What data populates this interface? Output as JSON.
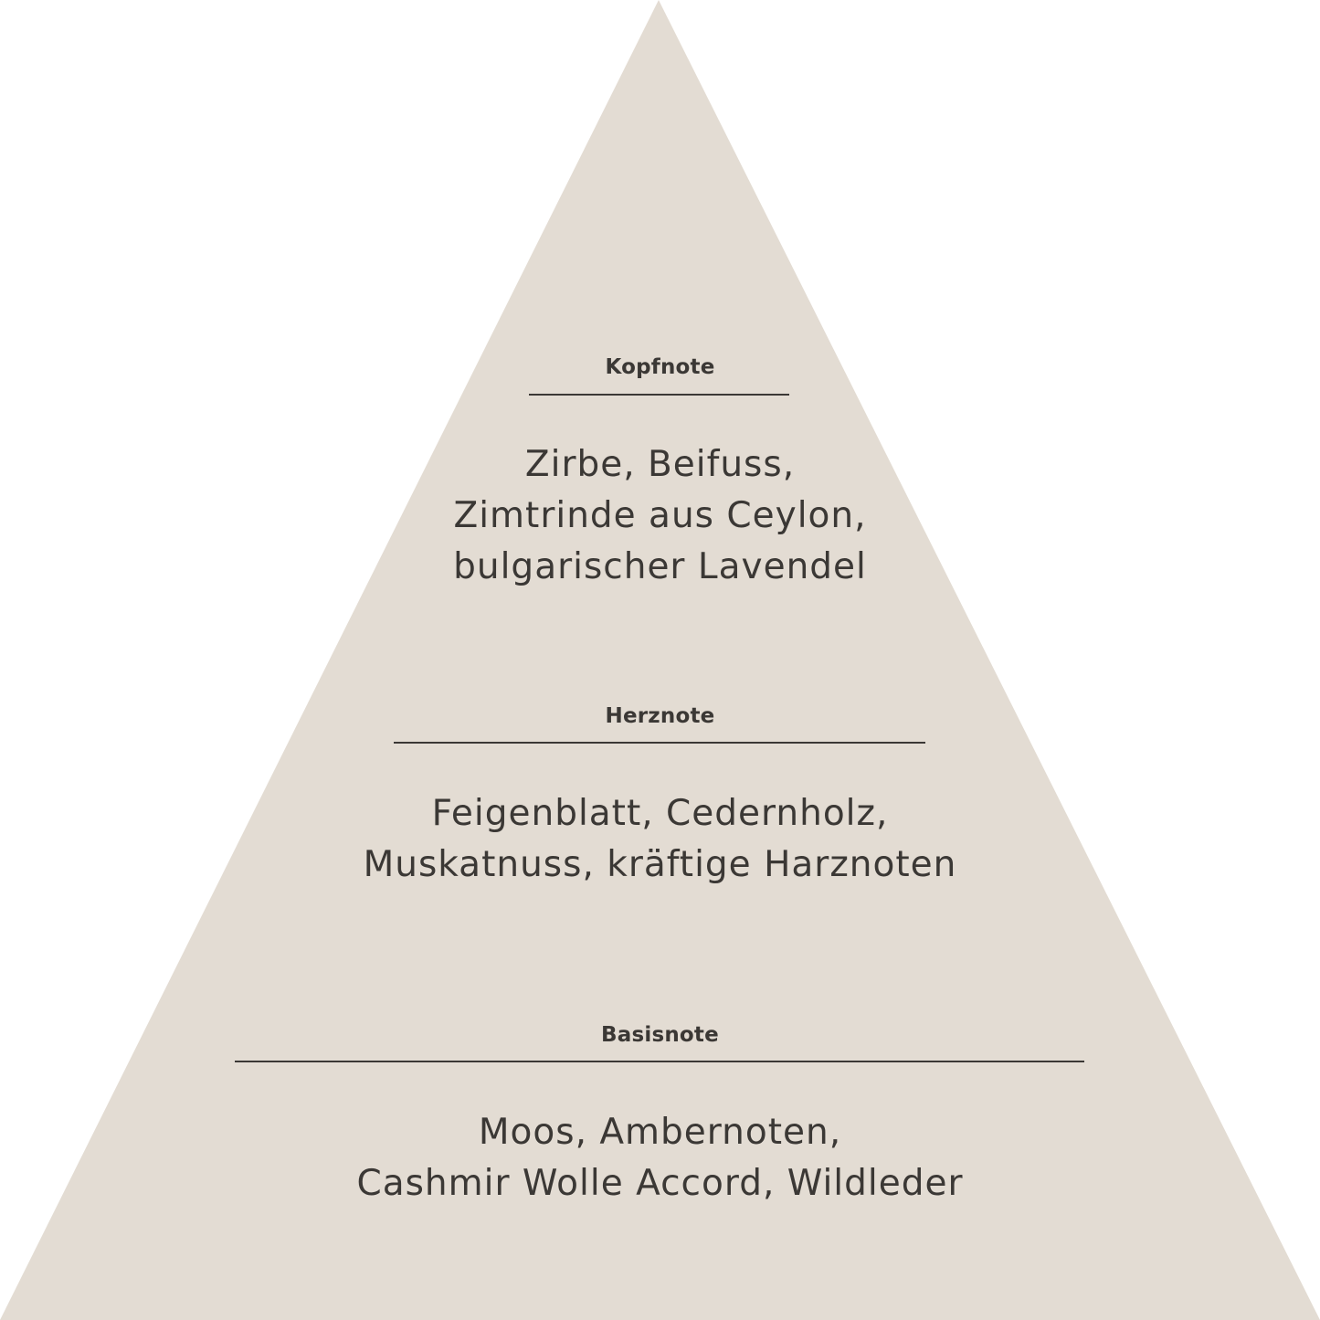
{
  "colors": {
    "background": "#ffffff",
    "pyramid_fill": "#e3dcd3",
    "text": "#3b3835"
  },
  "pyramid": {
    "top": {
      "label": "Kopfnote",
      "lines": [
        "Zirbe, Beifuss,",
        "Zimtrinde aus Ceylon,",
        "bulgarischer Lavendel"
      ]
    },
    "heart": {
      "label": "Herznote",
      "lines": [
        "Feigenblatt, Cedernholz,",
        "Muskatnuss, kräftige Harznoten"
      ]
    },
    "base": {
      "label": "Basisnote",
      "lines": [
        "Moos, Ambernoten,",
        "Cashmir Wolle Accord, Wildleder"
      ]
    }
  }
}
